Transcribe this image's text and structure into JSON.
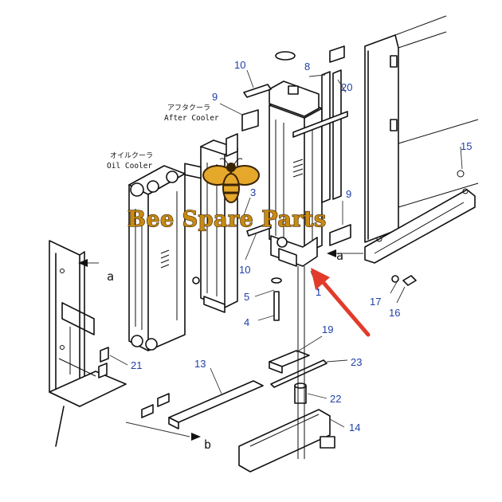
{
  "brand": {
    "name": "Bee Spare Parts",
    "accent": "#c98a12",
    "outline": "#3a2406",
    "icon": "bee-icon"
  },
  "labels": {
    "after_cooler_jp": "アフタクーラ",
    "after_cooler_en": "After Cooler",
    "oil_cooler_jp": "オイルクーラ",
    "oil_cooler_en": "Oil Cooler"
  },
  "view_markers": {
    "a_left": "a",
    "a_right": "a",
    "b": "b"
  },
  "callouts": {
    "p1": "1",
    "p3": "3",
    "p4": "4",
    "p5": "5",
    "p8": "8",
    "p9a": "9",
    "p9b": "9",
    "p10a": "10",
    "p10b": "10",
    "p13": "13",
    "p14": "14",
    "p15": "15",
    "p16": "16",
    "p17": "17",
    "p19": "19",
    "p20": "20",
    "p21": "21",
    "p22": "22",
    "p23": "23"
  },
  "colors": {
    "callout": "#1f3fa8",
    "arrow": "#e23b2a",
    "line": "#111111"
  }
}
